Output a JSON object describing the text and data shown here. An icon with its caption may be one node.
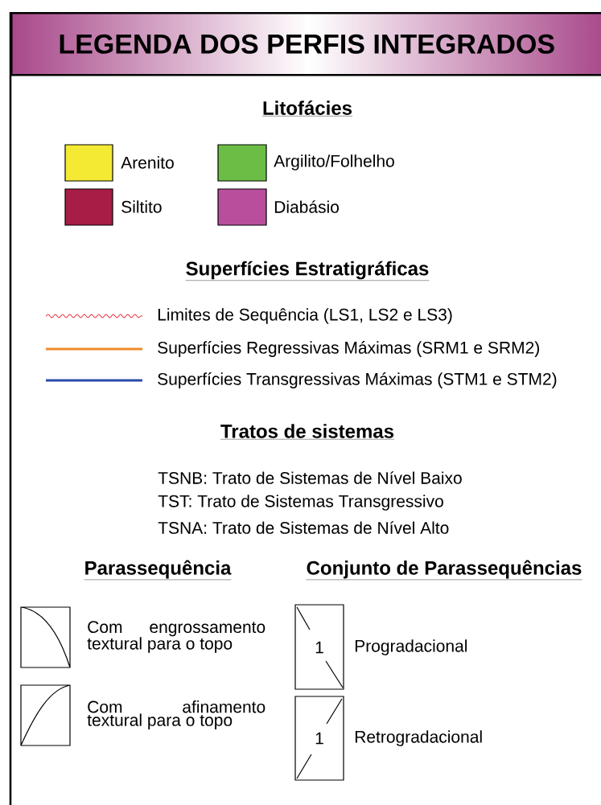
{
  "diagram": {
    "title": "LEGENDA DOS PERFIS INTEGRADOS",
    "labels": [
      "Litofácies",
      "Superfícies Estratigráficas",
      "Tratos de sistemas",
      "TSNB: Trato de Sistemas de Nível Baixo",
      "TST: Trato de Sistemas Transgressivo",
      "TSNA: Trato de Sistemas de Nível Alto",
      "Parassequência",
      "Conjunto de Parassequências",
      "1",
      "1"
    ],
    "legend": [
      {
        "text": "Arenito",
        "color": "#f5ea33"
      },
      {
        "text": "Argilito/Folhelho",
        "color": "#6cbd45"
      },
      {
        "text": "Siltito",
        "color": "#a81d45"
      },
      {
        "text": "Diabásio",
        "color": "#b84e9c"
      },
      {
        "text": "Limites de Sequência (LS1, LS2 e LS3)"
      },
      {
        "text": "Superfícies Regressivas Máximas (SRM1 e SRM2)"
      },
      {
        "text": "Superfícies Transgressivas Máximas (STM1 e STM2)"
      },
      {
        "text": "Com engrossamento textural para o topo"
      },
      {
        "text": "Com afinamento textural para o topo"
      },
      {
        "text": "Progradacional"
      },
      {
        "text": "Retrogradacional"
      }
    ]
  }
}
